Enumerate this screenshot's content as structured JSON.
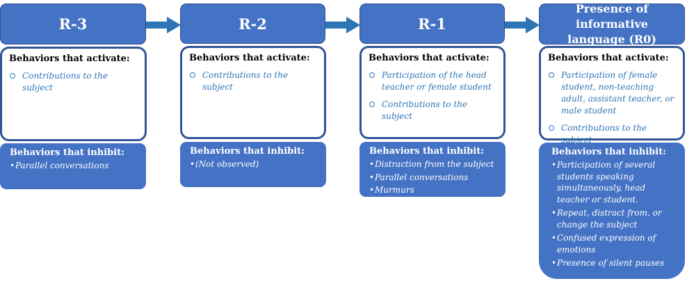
{
  "stages": [
    {
      "title": "R-3",
      "activate_title": "Behaviors that activate:",
      "activate": [
        "Contributions to the subject"
      ],
      "inhibit_title": "Behaviors that inhibit:",
      "inhibit": [
        "Parallel conversations"
      ]
    },
    {
      "title": "R-2",
      "activate_title": "Behaviors that activate:",
      "activate": [
        "Contributions to the subject"
      ],
      "inhibit_title": "Behaviors that inhibit:",
      "inhibit": [
        "(Not observed)"
      ]
    },
    {
      "title": "R-1",
      "activate_title": "Behaviors that activate:",
      "activate": [
        "Participation of the head teacher or female student",
        "Contributions to the subject"
      ],
      "inhibit_title": "Behaviors that inhibit:",
      "inhibit": [
        "Distraction from the subject",
        "Parallel conversations",
        "Murmurs"
      ]
    },
    {
      "title": "Presence of informative language (R0)",
      "activate_title": "Behaviors that activate:",
      "activate": [
        "Participation of female student, non-teaching adult, assistant teacher, or male student",
        "Contributions to the subject"
      ],
      "inhibit_title": "Behaviors that inhibit:",
      "inhibit": [
        "Participation of several students speaking simultaneously, head teacher or student.",
        "Repeat, distract from, or change the subject",
        "Confused expression of emotions",
        "Presence of silent pauses"
      ]
    }
  ],
  "colors": {
    "header_fill": "#4472c4",
    "header_border": "#2f528f",
    "activate_border": "#2f5597",
    "activate_text": "#2e75b6",
    "arrow": "#2e75b6"
  }
}
